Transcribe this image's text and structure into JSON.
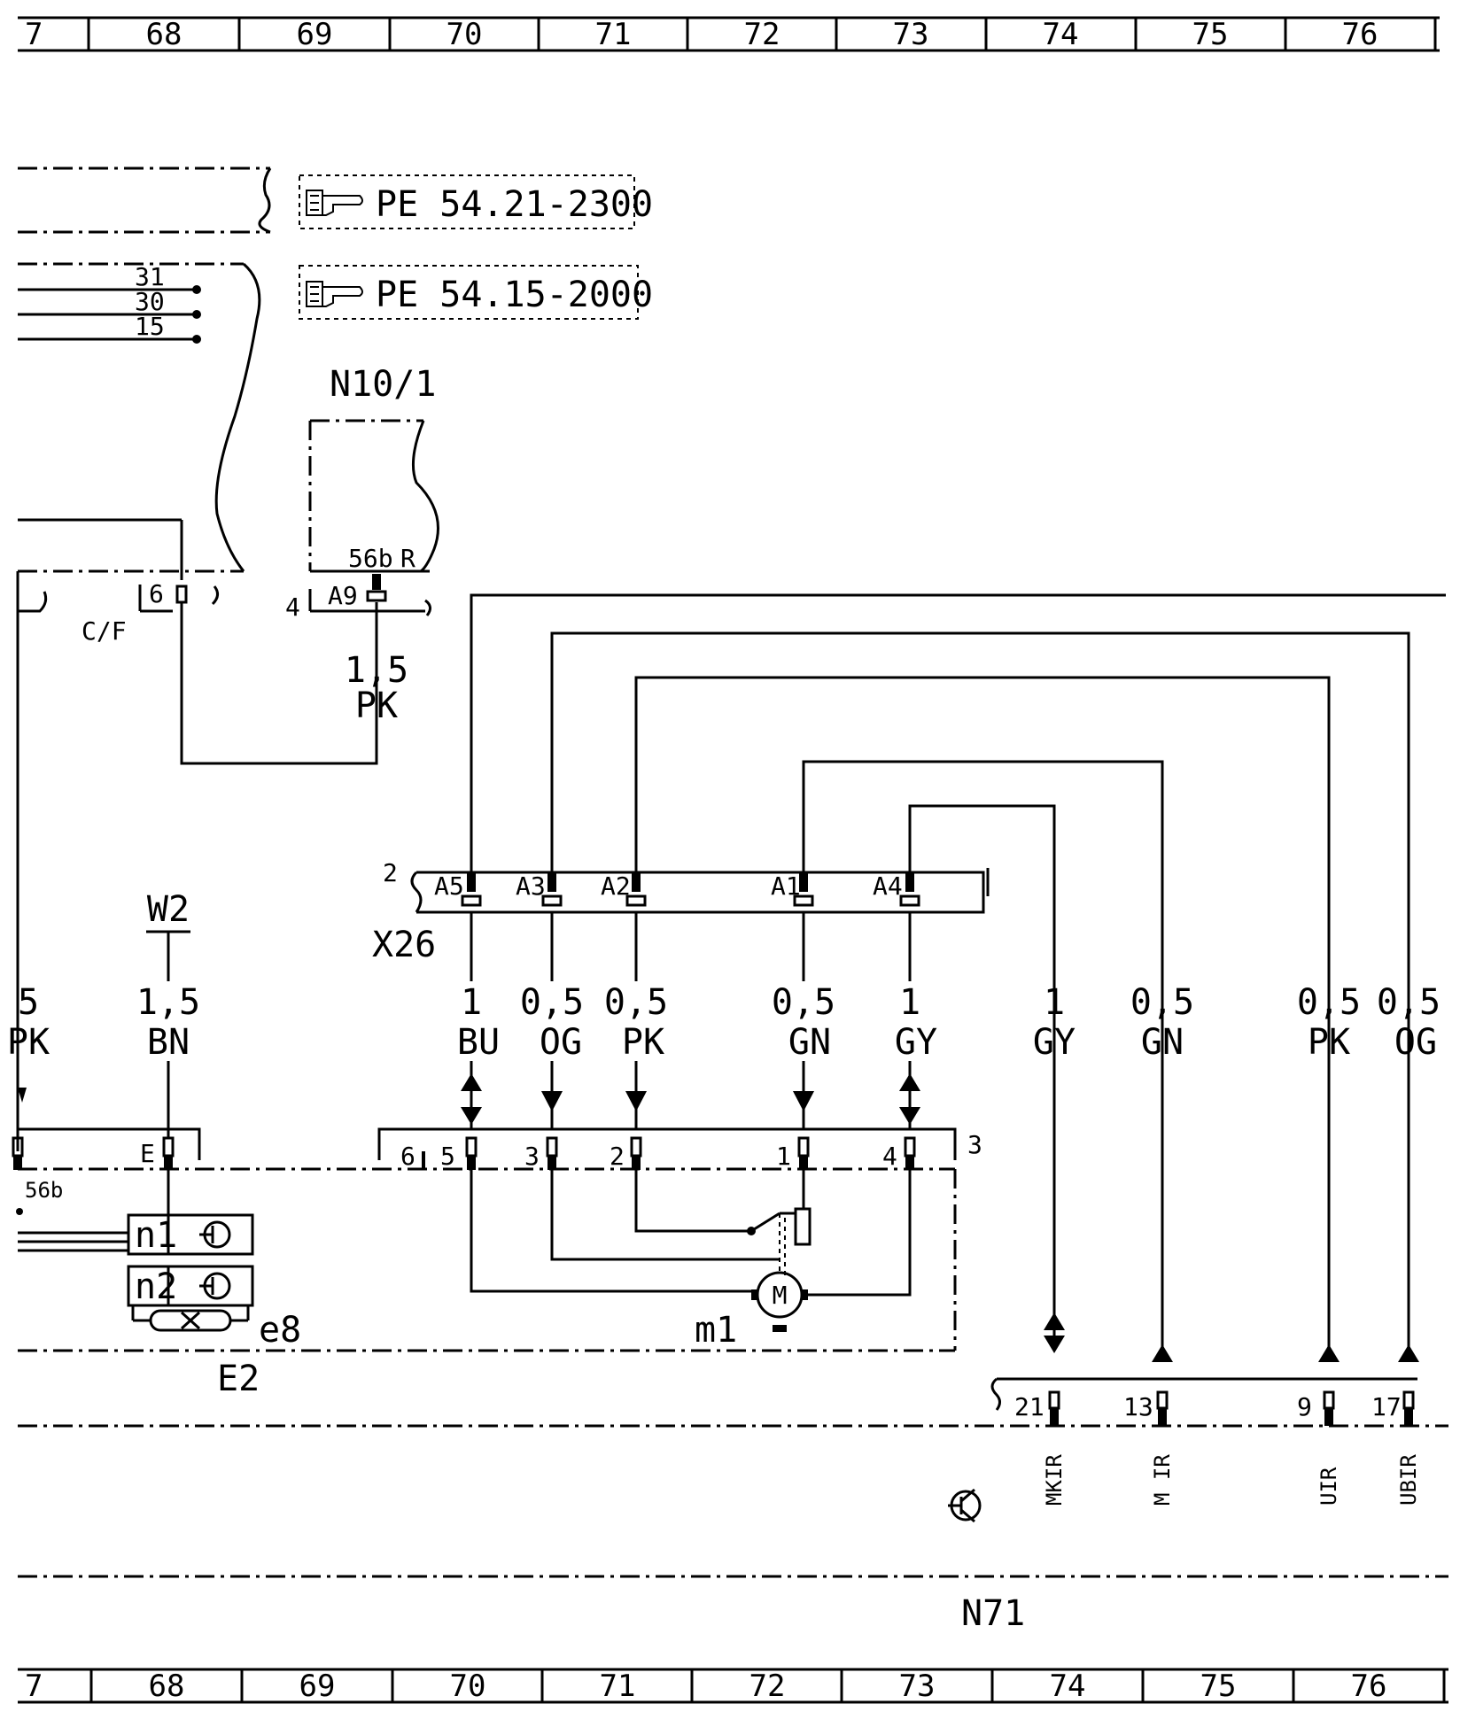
{
  "grid": {
    "columns": [
      "7",
      "68",
      "69",
      "70",
      "71",
      "72",
      "73",
      "74",
      "75",
      "76"
    ]
  },
  "references": [
    {
      "text": "PE 54.21-2300"
    },
    {
      "text": "PE 54.15-2000"
    }
  ],
  "supply_terminals": [
    "31",
    "30",
    "15"
  ],
  "labels": {
    "n10_1": "N10/1",
    "n10_1_pin": "56b",
    "n10_1_r": "R",
    "n10_1_a9": "A9",
    "n10_1_4": "4",
    "left_pin_6": "6",
    "cf": "C/F",
    "pk_wire_gauge": "1,5",
    "pk_wire_color": "PK",
    "x26": "X26",
    "x26_2": "2",
    "w2": "W2",
    "e2": "E2",
    "e8": "e8",
    "m1": "m1",
    "n71": "N71",
    "n1": "n1",
    "n2": "n2",
    "motor": "M",
    "e_pin": "E",
    "pin_56b": "56b",
    "conn3": "3",
    "conn3_pin6": "6"
  },
  "x26_pins": [
    "A5",
    "A3",
    "A2",
    "A1",
    "A4"
  ],
  "wires_upper": [
    {
      "gauge": "5",
      "color": "PK"
    },
    {
      "gauge": "1,5",
      "color": "BN"
    },
    {
      "gauge": "1",
      "color": "BU"
    },
    {
      "gauge": "0,5",
      "color": "OG"
    },
    {
      "gauge": "0,5",
      "color": "PK"
    },
    {
      "gauge": "0,5",
      "color": "GN"
    },
    {
      "gauge": "1",
      "color": "GY"
    },
    {
      "gauge": "1",
      "color": "GY"
    },
    {
      "gauge": "0,5",
      "color": "GN"
    },
    {
      "gauge": "0,5",
      "color": "PK"
    },
    {
      "gauge": "0,5",
      "color": "OG"
    }
  ],
  "conn3_pins": [
    "5",
    "3",
    "2",
    "1",
    "4"
  ],
  "n71_pins": [
    "21",
    "13",
    "9",
    "17"
  ],
  "n71_signals": [
    "MKIR",
    "M IR",
    "UIR",
    "UBIR"
  ]
}
